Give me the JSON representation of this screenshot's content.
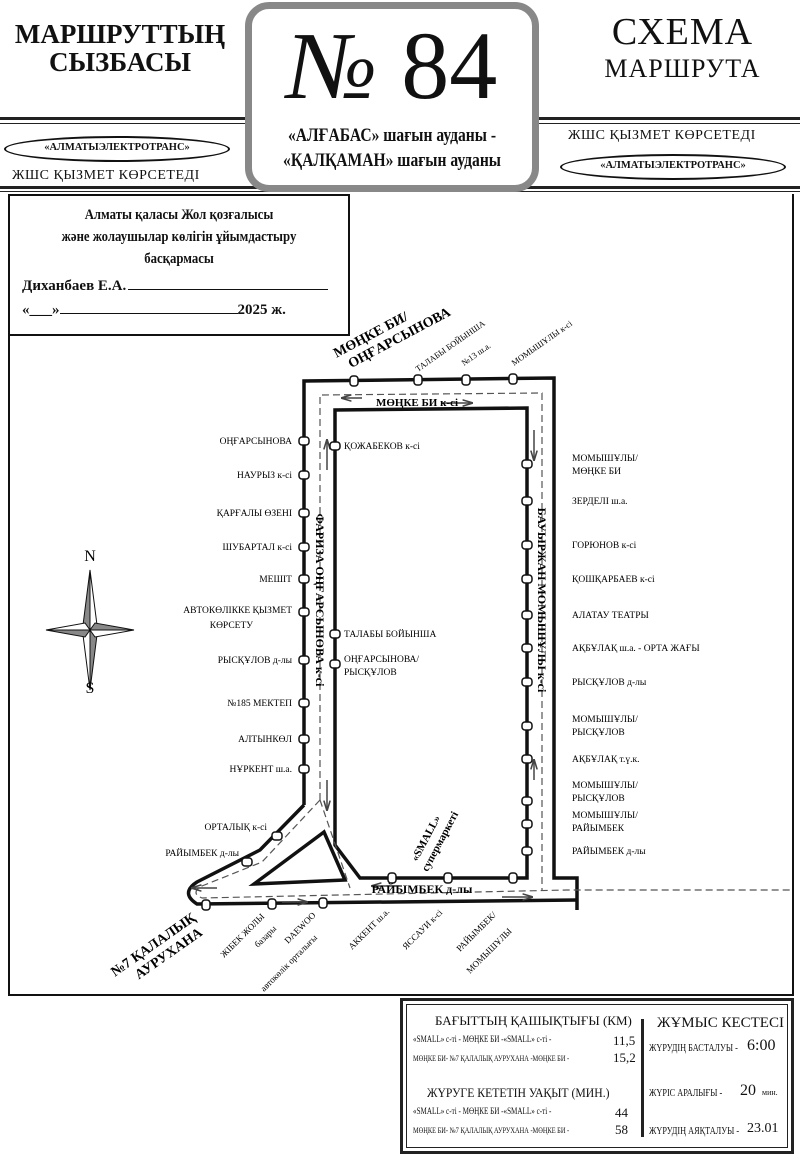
{
  "header": {
    "kz_title_line1": "МАРШРУТТЫҢ",
    "kz_title_line2": "СЫЗБАСЫ",
    "ru_title_line1": "СХЕМА",
    "ru_title_line2": "МАРШРУТА",
    "route_number_sign": "№",
    "route_number": "84",
    "destination_line1": "«АЛҒАБАС» шағын ауданы -",
    "destination_line2": "«ҚАЛҚАМАН» шағын ауданы",
    "operator": "«АЛМАТЫЭЛЕКТРОТРАНС»",
    "service_text": "ЖШС  ҚЫЗМЕТ КӨРСЕТЕДІ"
  },
  "approval": {
    "org_line1": "Алматы қаласы Жол қозғалысы",
    "org_line2": "және жолаушылар көлігін ұйымдастыру басқармасы",
    "signer": "Диханбаев Е.А.",
    "date_prefix": "«___»",
    "year": "2025 ж."
  },
  "map": {
    "compass": {
      "north": "N",
      "south": "S"
    },
    "terminals": {
      "top": [
        "МӨҢКЕ БИ/",
        "ОҢҒАРСЫНОВА"
      ],
      "bottom": [
        "№7 ҚАЛАЛЫҚ",
        "АУРУХАНА"
      ]
    },
    "streets": {
      "top": "МӨҢКЕ БИ к-сі",
      "left": "ФАРИЗА ОҢҒАРСЫНОВА к-сі",
      "right": "БАУЫРЖАН МОМЫШҰЛЫ к-сі",
      "bottom": "РАЙЫМБЕК д-лы"
    },
    "top_stops": [
      "ТАЛАБЫ БОЙЫНША",
      "№13 ш.а.",
      "МОМЫШҰЛЫ к-сі"
    ],
    "left_stops": [
      "ОҢҒАРСЫНОВА",
      "НАУРЫЗ к-сі",
      "ҚАРҒАЛЫ ӨЗЕНІ",
      "ШУБАРТАЛ к-сі",
      "МЕШІТ",
      "АВТОКӨЛІККЕ ҚЫЗМЕТ",
      "КӨРСЕТУ",
      "РЫСҚҰЛОВ д-лы",
      "№185 МЕКТЕП",
      "АЛТЫНКӨЛ",
      "НҰРКЕНТ ш.а.",
      "ОРТАЛЫҚ к-сі",
      "РАЙЫМБЕК д-лы"
    ],
    "inner_stops": [
      "ҚОЖАБЕКОВ к-сі",
      "ТАЛАБЫ БОЙЫНША",
      "ОҢҒАРСЫНОВА/",
      "РЫСҚҰЛОВ"
    ],
    "right_stops": [
      "МОМЫШҰЛЫ/",
      "МӨҢКЕ БИ",
      "ЗЕРДЕЛІ ш.а.",
      "ГОРЮНОВ к-сі",
      "ҚОШҚАРБАЕВ к-сі",
      "АЛАТАУ ТЕАТРЫ",
      "АҚБҰЛАҚ ш.а. - ОРТА ЖАҒЫ",
      "РЫСҚҰЛОВ д-лы",
      "МОМЫШҰЛЫ/",
      "РЫСҚҰЛОВ",
      "АҚБҰЛАҚ т.ү.к.",
      "МОМЫШҰЛЫ/",
      "РЫСҚҰЛОВ",
      "МОМЫШҰЛЫ/",
      "РАЙЫМБЕК",
      "РАЙЫМБЕК д-лы"
    ],
    "bottom_stops": [
      "ЖІБЕК ЖОЛЫ",
      "базары",
      "DAEWOO",
      "автокөлік орталығы",
      "АККЕНТ ш.а.",
      "ЯССАУИ к-сі",
      "РАЙЫМБЕК/",
      "МОМЫШҰЛЫ"
    ],
    "supermarket": [
      "«SMALL»",
      "супермаркеті"
    ]
  },
  "info": {
    "distance_title": "БАҒЫТТЫҢ ҚАШЫҚТЫҒЫ (КМ)",
    "distance_rows": [
      {
        "label": "«SMALL» с-ті - МӨҢКЕ БИ -«SMALL» с-ті -",
        "value": "11,5"
      },
      {
        "label": "МӨҢКЕ БИ- №7 ҚАЛАЛЫҚ АУРУХАНА -МӨҢКЕ БИ -",
        "value": "15,2"
      }
    ],
    "time_title": "ЖҮРУГЕ КЕТЕТІН УАҚЫТ (МИН.)",
    "time_rows": [
      {
        "label": "«SMALL» с-ті - МӨҢКЕ БИ -«SMALL» с-ті -",
        "value": "44"
      },
      {
        "label": "МӨҢКЕ БИ- №7 ҚАЛАЛЫҚ АУРУХАНА -МӨҢКЕ БИ -",
        "value": "58"
      }
    ],
    "schedule_title": "ЖҰМЫС КЕСТЕСІ",
    "start_label": "ЖҮРУДІҢ БАСТАЛУЫ -",
    "start_value": "6:00",
    "interval_label": "ЖҮРІС АРАЛЫҒЫ -",
    "interval_value": "20",
    "interval_unit": "мин.",
    "end_label": "ЖҮРУДІҢ АЯҚТАЛУЫ -",
    "end_value": "23.01"
  }
}
